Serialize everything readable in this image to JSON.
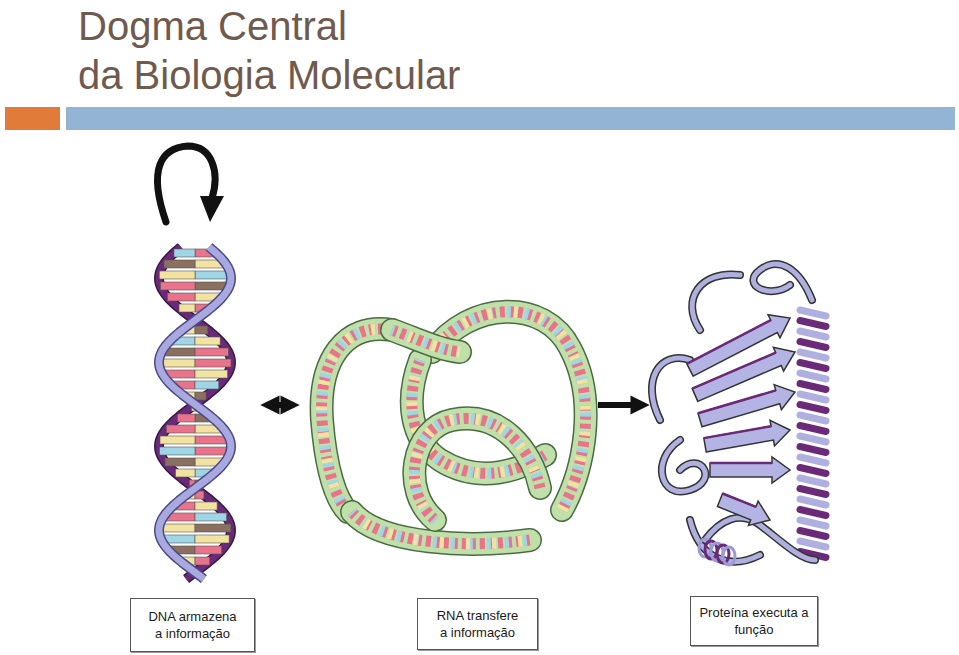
{
  "diagram": {
    "title": "Dogma Central da Biologia Molecular",
    "nodes": [
      {
        "text": [
          "DNA armazena a informação"
        ]
      },
      {
        "text": [
          "RNA transfere a informação"
        ]
      },
      {
        "text": [
          "Proteína executa a função"
        ]
      }
    ],
    "edges": [
      {
        "from": 0,
        "to": 1,
        "arrow": "both"
      },
      {
        "from": 1,
        "to": 2,
        "arrow": "to"
      }
    ]
  }
}
